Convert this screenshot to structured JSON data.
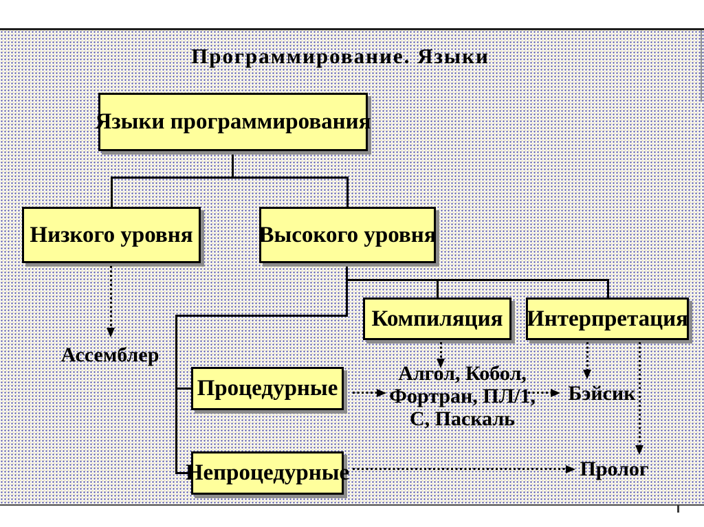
{
  "slide": {
    "title": "Программирование. Языки"
  },
  "colors": {
    "background": "#FCFBF5",
    "dot": "#5B5BAB",
    "box_fill": "#FFFF9C",
    "box_border": "#000000",
    "box_shadow": "#8C8C8C",
    "connector": "#000000",
    "frame_line": "#1F1F1F"
  },
  "nodes": {
    "root": "Языки программирования",
    "low_level": "Низкого уровня",
    "high_level": "Высокого уровня",
    "compilation": "Компиляция",
    "interpretation": "Интерпретация",
    "procedural": "Процедурные",
    "non_procedural": "Непроцедурные"
  },
  "leaf_labels": {
    "assembler": "Ассемблер",
    "compiled_languages": [
      "Алгол, Кобол,",
      "Фортран, ПЛ/1,",
      "С, Паскаль"
    ],
    "basic": "Бэйсик",
    "prolog": "Пролог"
  }
}
